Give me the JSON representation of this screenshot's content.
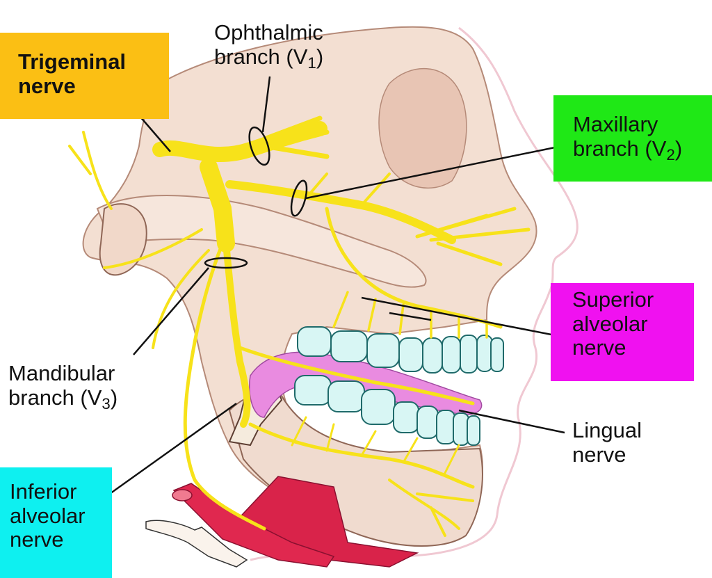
{
  "diagram": {
    "subject": "Trigeminal nerve and its branches (lateral view of skull)",
    "labels": {
      "trigeminal": {
        "line1": "Trigeminal",
        "line2": "nerve",
        "bg": "#fbbf14"
      },
      "ophthalmic": {
        "line1": "Ophthalmic",
        "line2": "branch (V",
        "sub": "1",
        "close": ")"
      },
      "maxillary": {
        "line1": "Maxillary",
        "line2": "branch (V",
        "sub": "2",
        "close": ")",
        "bg": "#1fe816"
      },
      "mandibular": {
        "line1": "Mandibular",
        "line2": "branch (V",
        "sub": "3",
        "close": ")"
      },
      "superior_alveolar": {
        "line1": "Superior",
        "line2": "alveolar",
        "line3": "nerve",
        "bg": "#f011f0"
      },
      "lingual": {
        "line1": "Lingual",
        "line2": "nerve"
      },
      "inferior_alveolar": {
        "line1": "Inferior",
        "line2": "alveolar",
        "line3": "nerve",
        "bg": "#0ef0f0"
      }
    },
    "colors": {
      "nerve": "#f7e21a",
      "nerve_outline": "#a88a14",
      "bone": "#f3dfd2",
      "bone_shadow": "#e2bfae",
      "teeth": "#d8f6f4",
      "teeth_outline": "#1f6a6a",
      "tongue": "#e98be0",
      "muscle": "#d9234a",
      "skin_outline": "#f0c8d2",
      "leader": "#111111"
    }
  }
}
